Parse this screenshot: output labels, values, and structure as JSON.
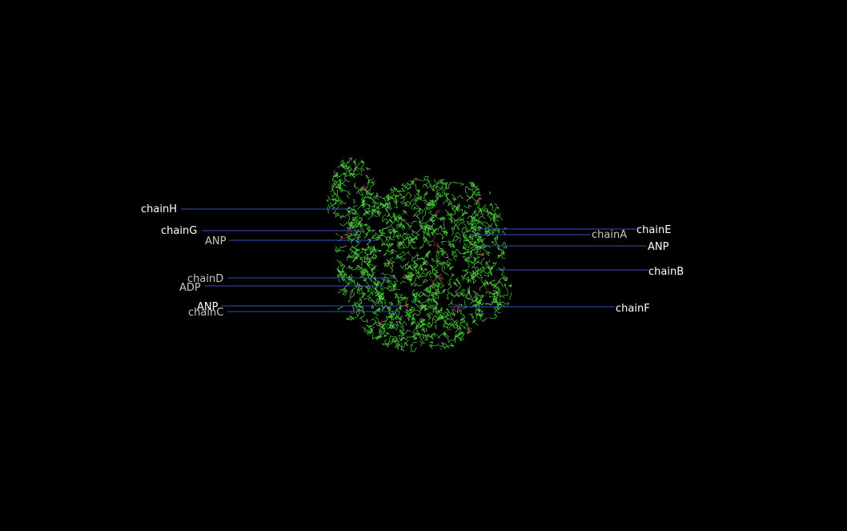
{
  "viewer": {
    "background": "#000000",
    "molecule": {
      "representation": "wireframe",
      "atom_color": "#4fd93f",
      "highlight_color": "#e0405a"
    },
    "leader_line_color": "#3f5fe0"
  },
  "labels": {
    "chainH": "chainH",
    "chainG": "chainG",
    "anp_left_upper": "ANP",
    "chainD": "chainD",
    "adp": "ADP",
    "anp_left_lower": "ANP",
    "chainC": "chainC",
    "chainE": "chainE",
    "chainA": "chainA",
    "anp_right": "ANP",
    "chainB": "chainB",
    "chainF": "chainF"
  }
}
